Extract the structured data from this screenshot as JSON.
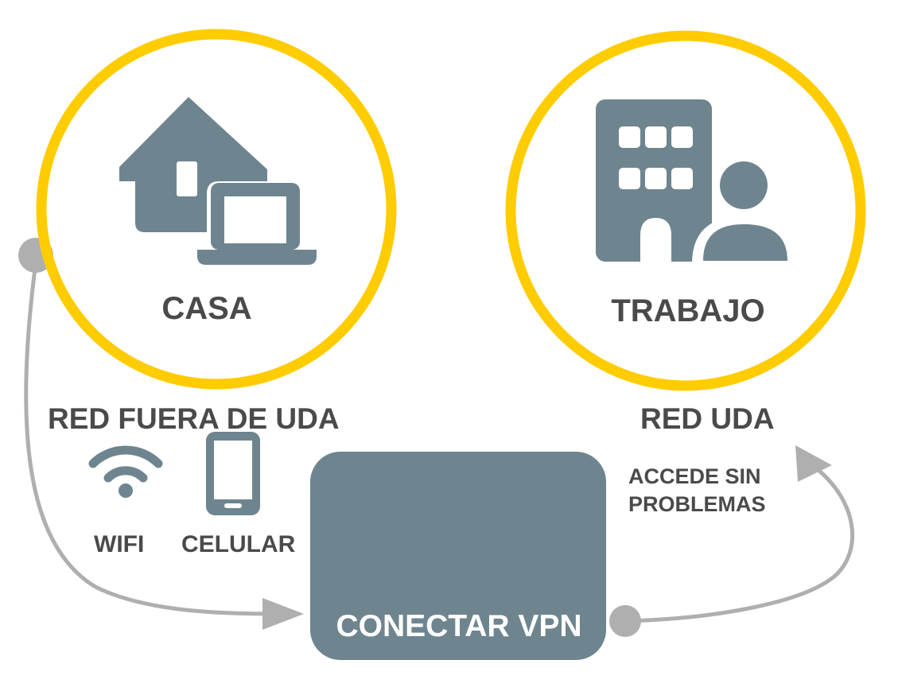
{
  "colors": {
    "ring": "#FFCC00",
    "icon": "#6E858F",
    "text": "#4A4A4A",
    "arrow": "#AFAFAF",
    "button_text": "#FFFFFF"
  },
  "home": {
    "title": "CASA",
    "network_label": "RED FUERA DE UDA",
    "icon": "house-laptop-icon"
  },
  "work": {
    "title": "TRABAJO",
    "network_label": "RED  UDA",
    "icon": "office-building-user-icon"
  },
  "connection_options": [
    {
      "label": "WIFI",
      "icon": "wifi-icon"
    },
    {
      "label": "CELULAR",
      "icon": "smartphone-icon"
    }
  ],
  "vpn_button": {
    "label": "CONECTAR  VPN",
    "icon": "shield-icon"
  },
  "access_note": {
    "line1": "ACCEDE SIN",
    "line2": "PROBLEMAS"
  }
}
